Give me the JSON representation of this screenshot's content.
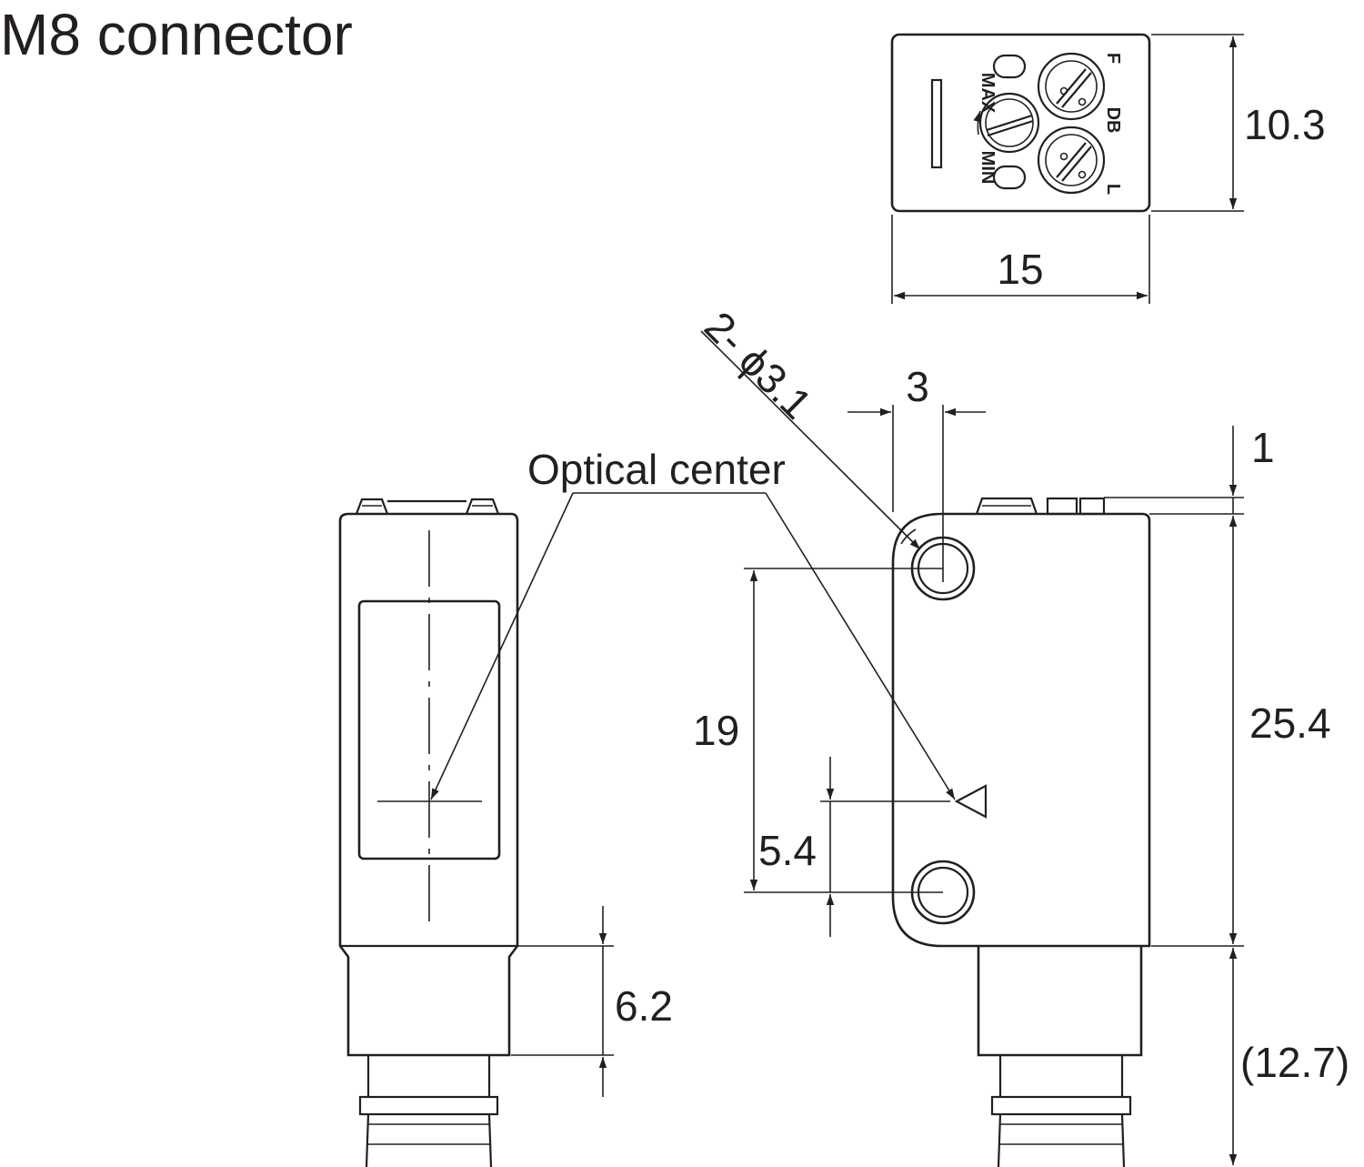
{
  "title": "M8 connector",
  "callouts": {
    "holes": "2- ϕ3.1",
    "optical_center": "Optical center"
  },
  "dimensions": {
    "top_height": "10.3",
    "top_width": "15",
    "hole_offset": "3",
    "flange": "1",
    "hole_spacing": "19",
    "optical_offset": "5.4",
    "body_height": "25.4",
    "connector_length": "(12.7)",
    "neck_length": "6.2"
  },
  "panel_labels": {
    "max": "MAX",
    "min": "MIN",
    "f": "F",
    "db": "DB",
    "l": "L"
  }
}
